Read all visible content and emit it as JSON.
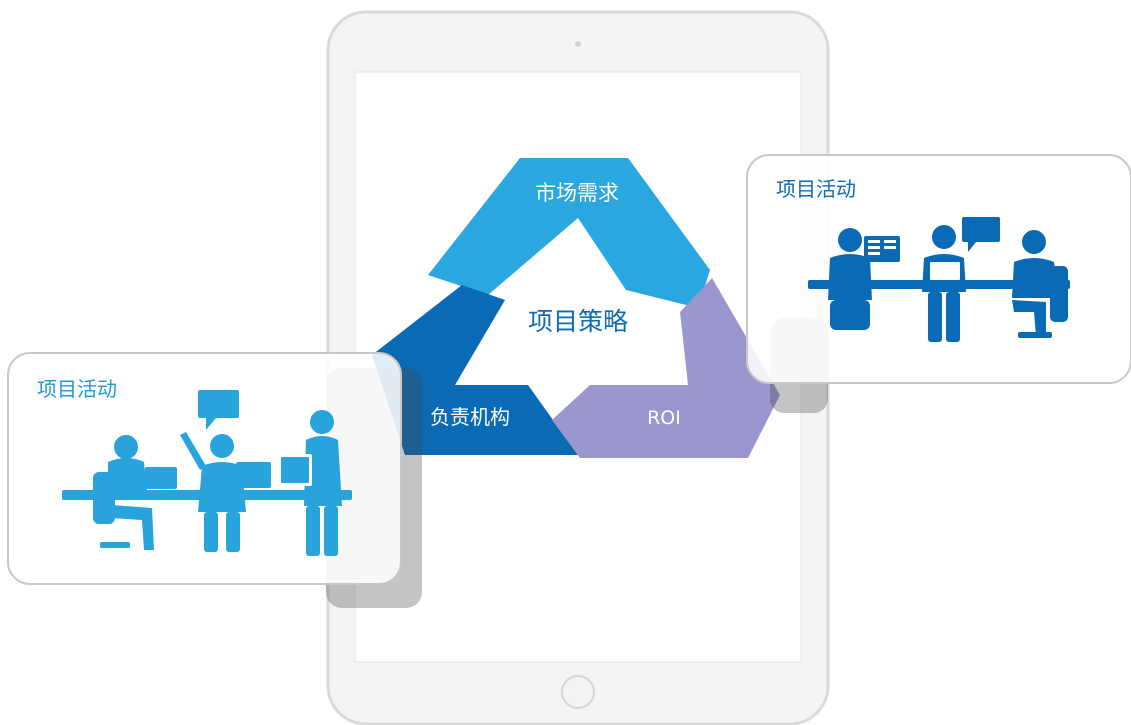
{
  "diagram": {
    "center_label": "项目策略",
    "segments": [
      {
        "label": "市场需求",
        "color": "#2aa7df"
      },
      {
        "label": "负责机构",
        "color": "#0a6ab5"
      },
      {
        "label": "ROI",
        "color": "#9a96cf"
      }
    ]
  },
  "cards": {
    "left": {
      "title": "项目活动",
      "color": "#1e9bd7",
      "icon": "meeting-people-icon"
    },
    "right": {
      "title": "项目活动",
      "color": "#0e6bb4",
      "icon": "office-workers-icon"
    }
  }
}
